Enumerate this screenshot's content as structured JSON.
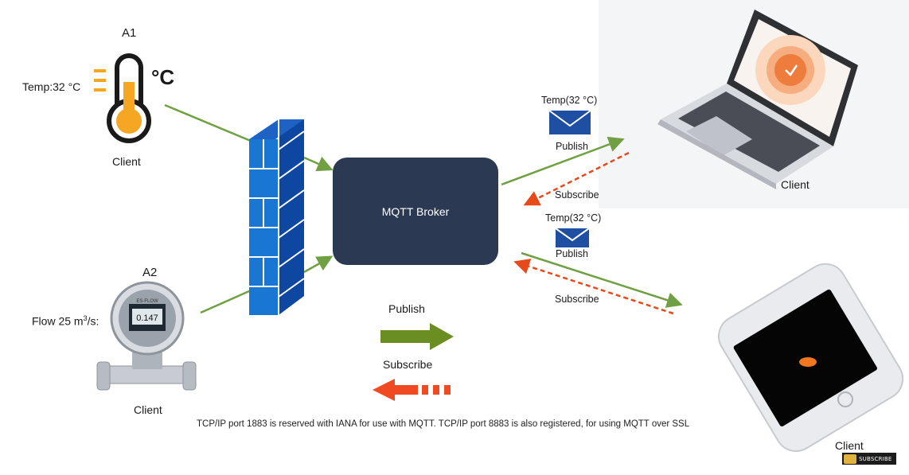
{
  "sensor_a1": {
    "name": "A1",
    "reading": "Temp:32 °C",
    "unit_symbol": "°C",
    "role": "Client"
  },
  "sensor_a2": {
    "name": "A2",
    "reading_prefix": "Flow 25 m",
    "reading_exp": "3",
    "reading_suffix": "/s:",
    "role": "Client",
    "meter_brand": "ES-FLOW",
    "meter_value": "0.147"
  },
  "broker": {
    "label": "MQTT Broker"
  },
  "laptop_client": {
    "role": "Client",
    "message": "Temp(32 °C)",
    "publish": "Publish",
    "subscribe": "Subscribe"
  },
  "phone_client": {
    "role": "Client",
    "message": "Temp(32 °C)",
    "publish": "Publish",
    "subscribe": "Subscribe"
  },
  "legend": {
    "publish": "Publish",
    "subscribe": "Subscribe"
  },
  "footnote": "TCP/IP port 1883 is reserved with IANA for use with MQTT. TCP/IP port 8883 is also registered, for using MQTT over SSL",
  "badge": {
    "text": "SUBSCRIBE"
  },
  "colors": {
    "publish_arrow": "#70a043",
    "subscribe_arrow": "#e64a19",
    "broker": "#2b3a52",
    "firewall": "#1565c0",
    "thermo": "#f5a623"
  }
}
